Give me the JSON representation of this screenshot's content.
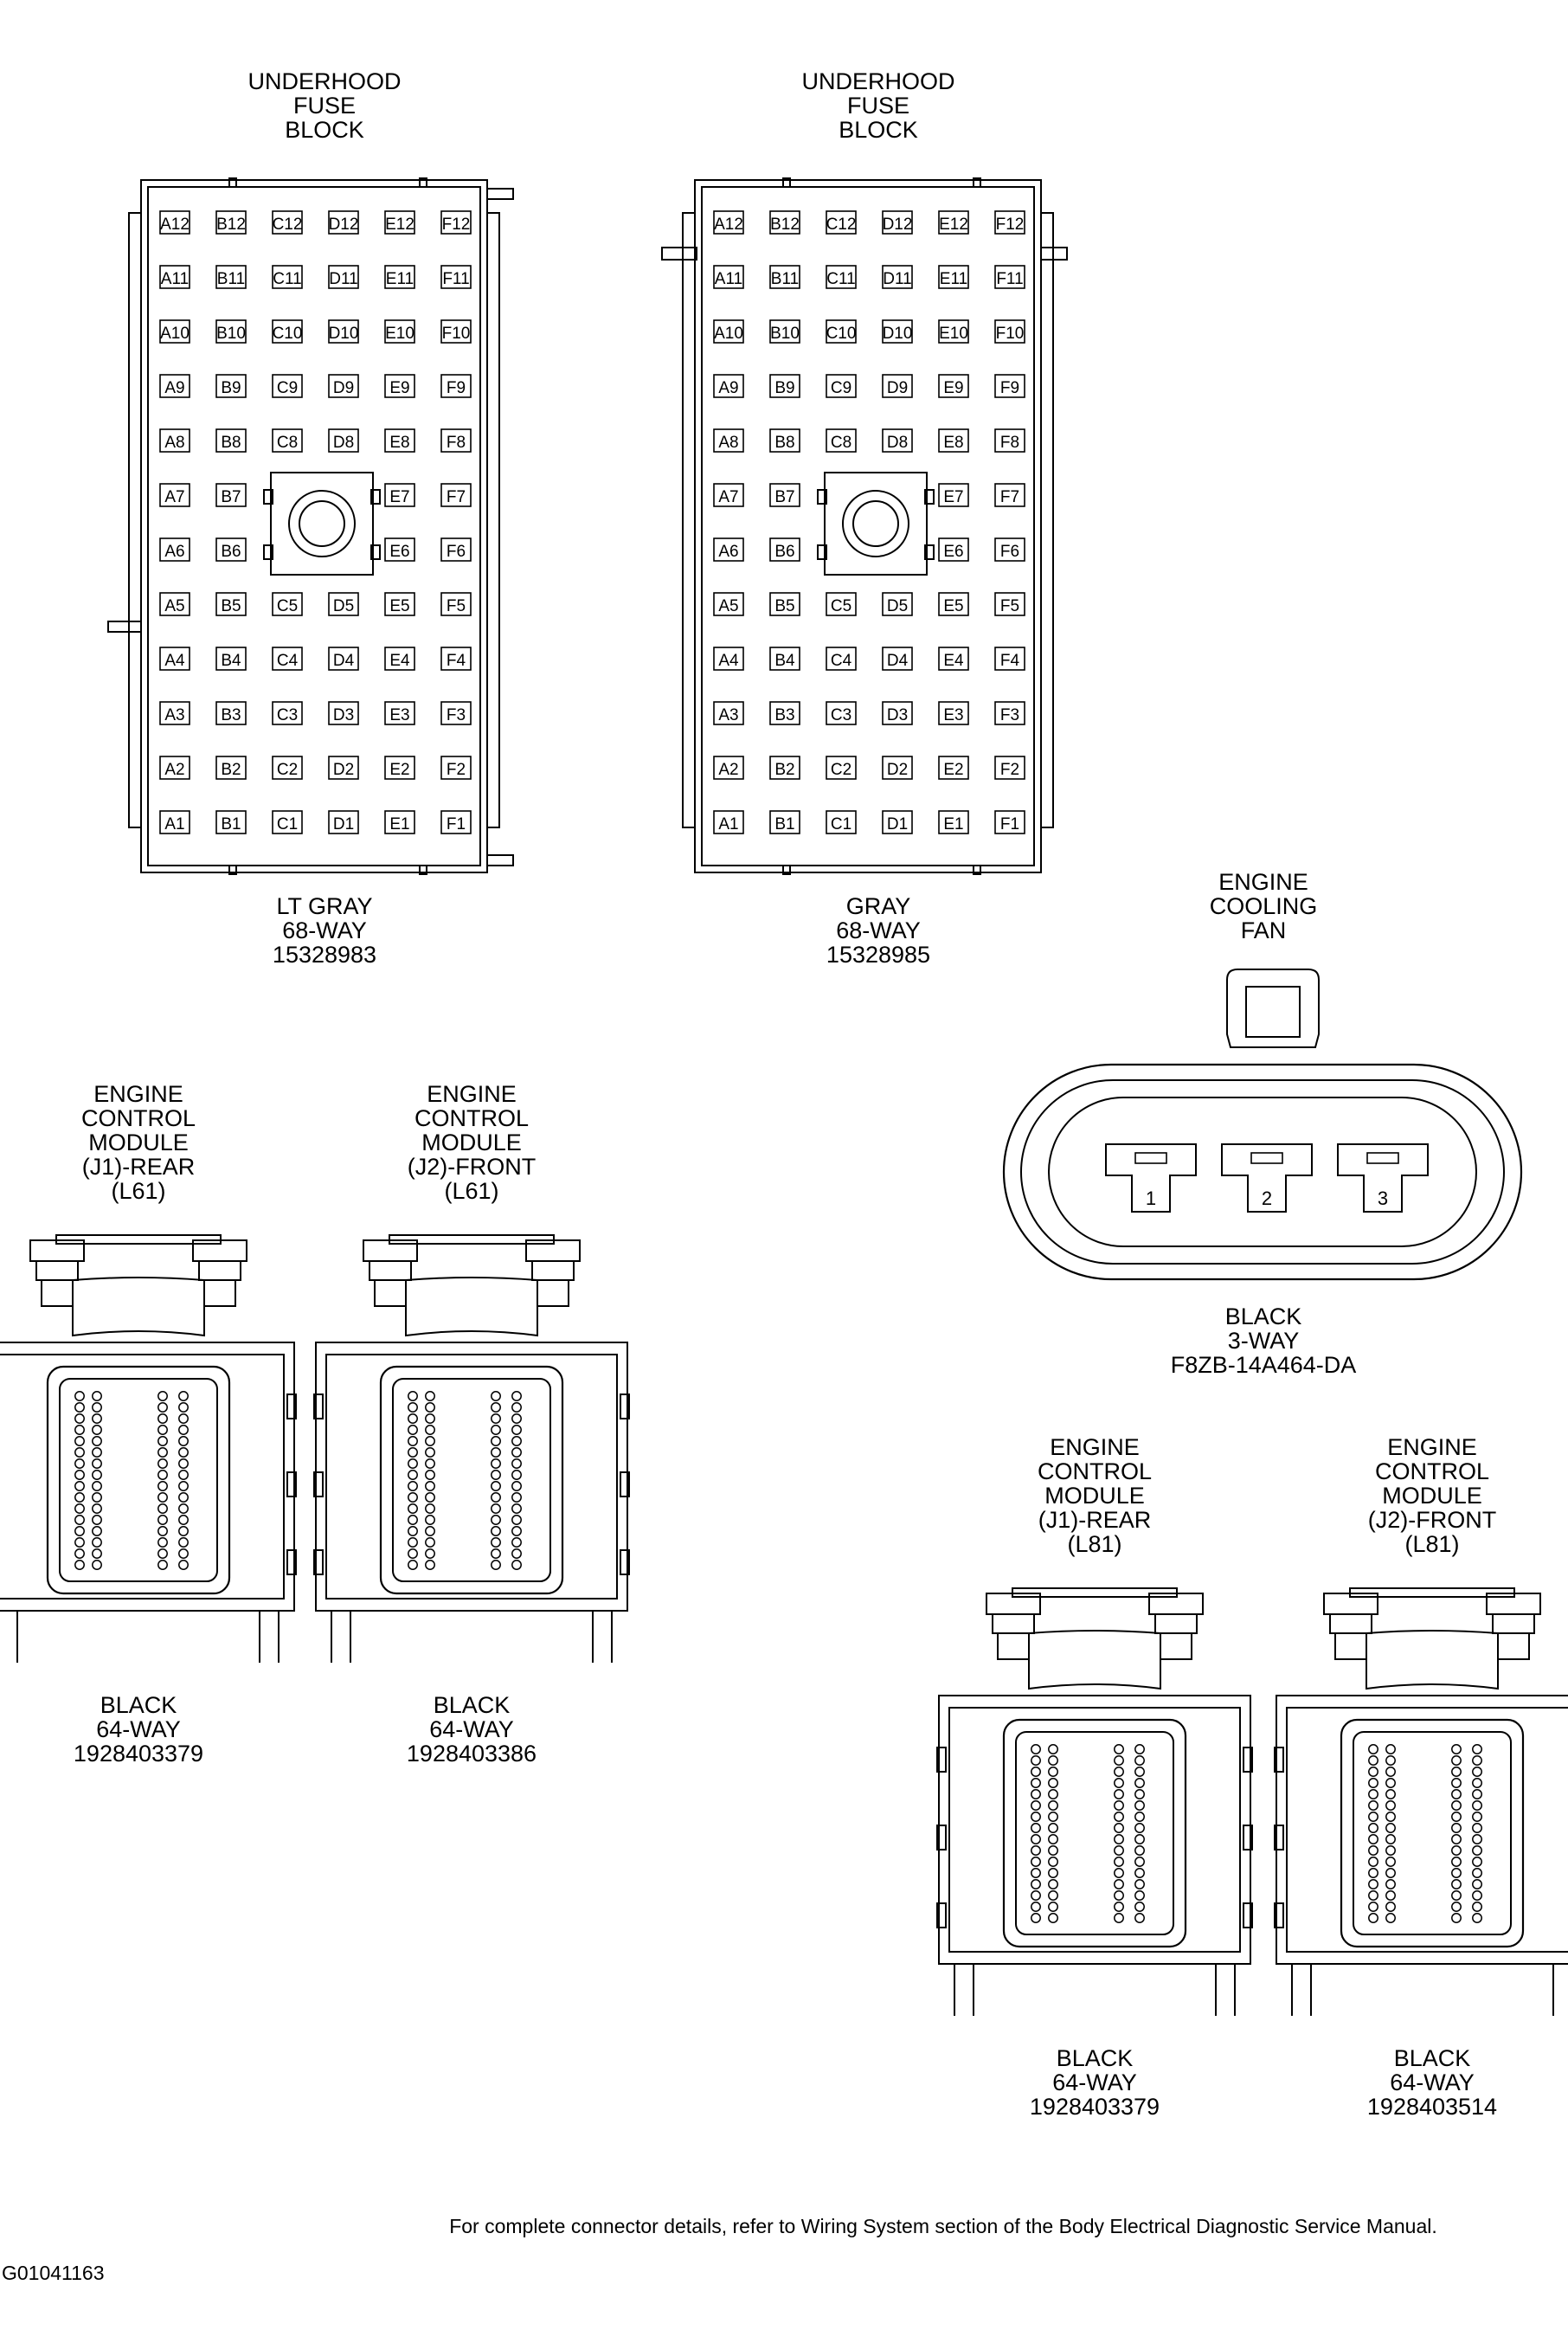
{
  "fuse_block_left": {
    "title": [
      "UNDERHOOD",
      "FUSE",
      "BLOCK"
    ],
    "color": "LT GRAY",
    "ways": "68-WAY",
    "part_number": "15328983"
  },
  "fuse_block_right": {
    "title": [
      "UNDERHOOD",
      "FUSE",
      "BLOCK"
    ],
    "color": "GRAY",
    "ways": "68-WAY",
    "part_number": "15328985"
  },
  "fuse_block_columns": [
    "A",
    "B",
    "C",
    "D",
    "E",
    "F"
  ],
  "fuse_block_rows": [
    "12",
    "11",
    "10",
    "9",
    "8",
    "7",
    "6",
    "5",
    "4",
    "3",
    "2",
    "1"
  ],
  "cooling_fan": {
    "title": [
      "ENGINE",
      "COOLING",
      "FAN"
    ],
    "pins": [
      "1",
      "2",
      "3"
    ],
    "color": "BLACK",
    "ways": "3-WAY",
    "part_number": "F8ZB-14A464-DA"
  },
  "ecm_connectors": [
    {
      "title": [
        "ENGINE",
        "CONTROL",
        "MODULE",
        "(J1)-REAR",
        "(L61)"
      ],
      "color": "BLACK",
      "ways": "64-WAY",
      "part_number": "1928403379"
    },
    {
      "title": [
        "ENGINE",
        "CONTROL",
        "MODULE",
        "(J2)-FRONT",
        "(L61)"
      ],
      "color": "BLACK",
      "ways": "64-WAY",
      "part_number": "1928403386"
    },
    {
      "title": [
        "ENGINE",
        "CONTROL",
        "MODULE",
        "(J1)-REAR",
        "(L81)"
      ],
      "color": "BLACK",
      "ways": "64-WAY",
      "part_number": "1928403379"
    },
    {
      "title": [
        "ENGINE",
        "CONTROL",
        "MODULE",
        "(J2)-FRONT",
        "(L81)"
      ],
      "color": "BLACK",
      "ways": "64-WAY",
      "part_number": "1928403514"
    }
  ],
  "footer_note": "For complete connector details, refer to Wiring System section of the Body Electrical Diagnostic Service Manual.",
  "figure_id": "G01041163"
}
